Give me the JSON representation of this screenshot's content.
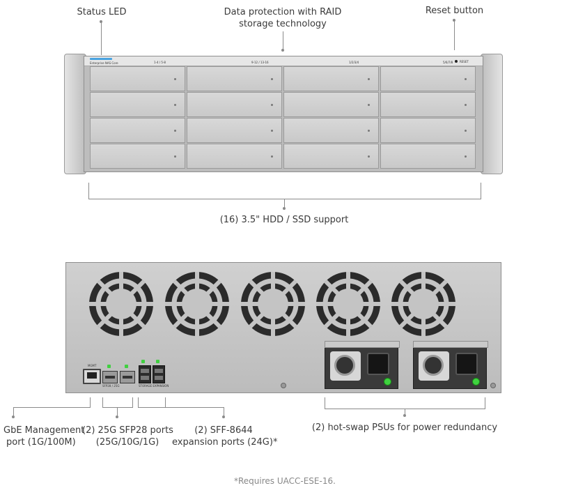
{
  "front_callouts": {
    "status_led": "Status LED",
    "raid_line1": "Data protection with RAID",
    "raid_line2": "storage technology",
    "reset_button": "Reset button",
    "bays": "(16) 3.5\" HDD / SSD support"
  },
  "front_device": {
    "brand": "Enterprise NAS Core",
    "bay_group_labels": [
      "1-4 / 5-8",
      "9-12 / 13-16",
      "1/2/3/4",
      "5/6/7/8"
    ],
    "reset_label": "RESET"
  },
  "rear_callouts": {
    "gbe_line1": "GbE Management",
    "gbe_line2": "port (1G/100M)",
    "sfp_line1": "(2) 25G SFP28 ports",
    "sfp_line2": "(25G/10G/1G)",
    "sff_line1": "(2) SFF-8644",
    "sff_line2": "expansion ports (24G)*",
    "psu": "(2) hot-swap PSUs for power redundancy"
  },
  "rear_device": {
    "mgmt_label": "MGMT",
    "sfp_label": "SFP28 / 25G",
    "sff_label": "STORAGE EXPANSION",
    "fan_icon": "fan-icon",
    "psu_icon": "power-supply-icon"
  },
  "footnote": "*Requires UACC-ESE-16.",
  "colors": {
    "chassis": "#c8c8c8",
    "chassis_dark": "#9e9e9e",
    "status_led": "#4aa3e0",
    "port_led": "#40d040",
    "psu_led": "#3fd23f"
  }
}
